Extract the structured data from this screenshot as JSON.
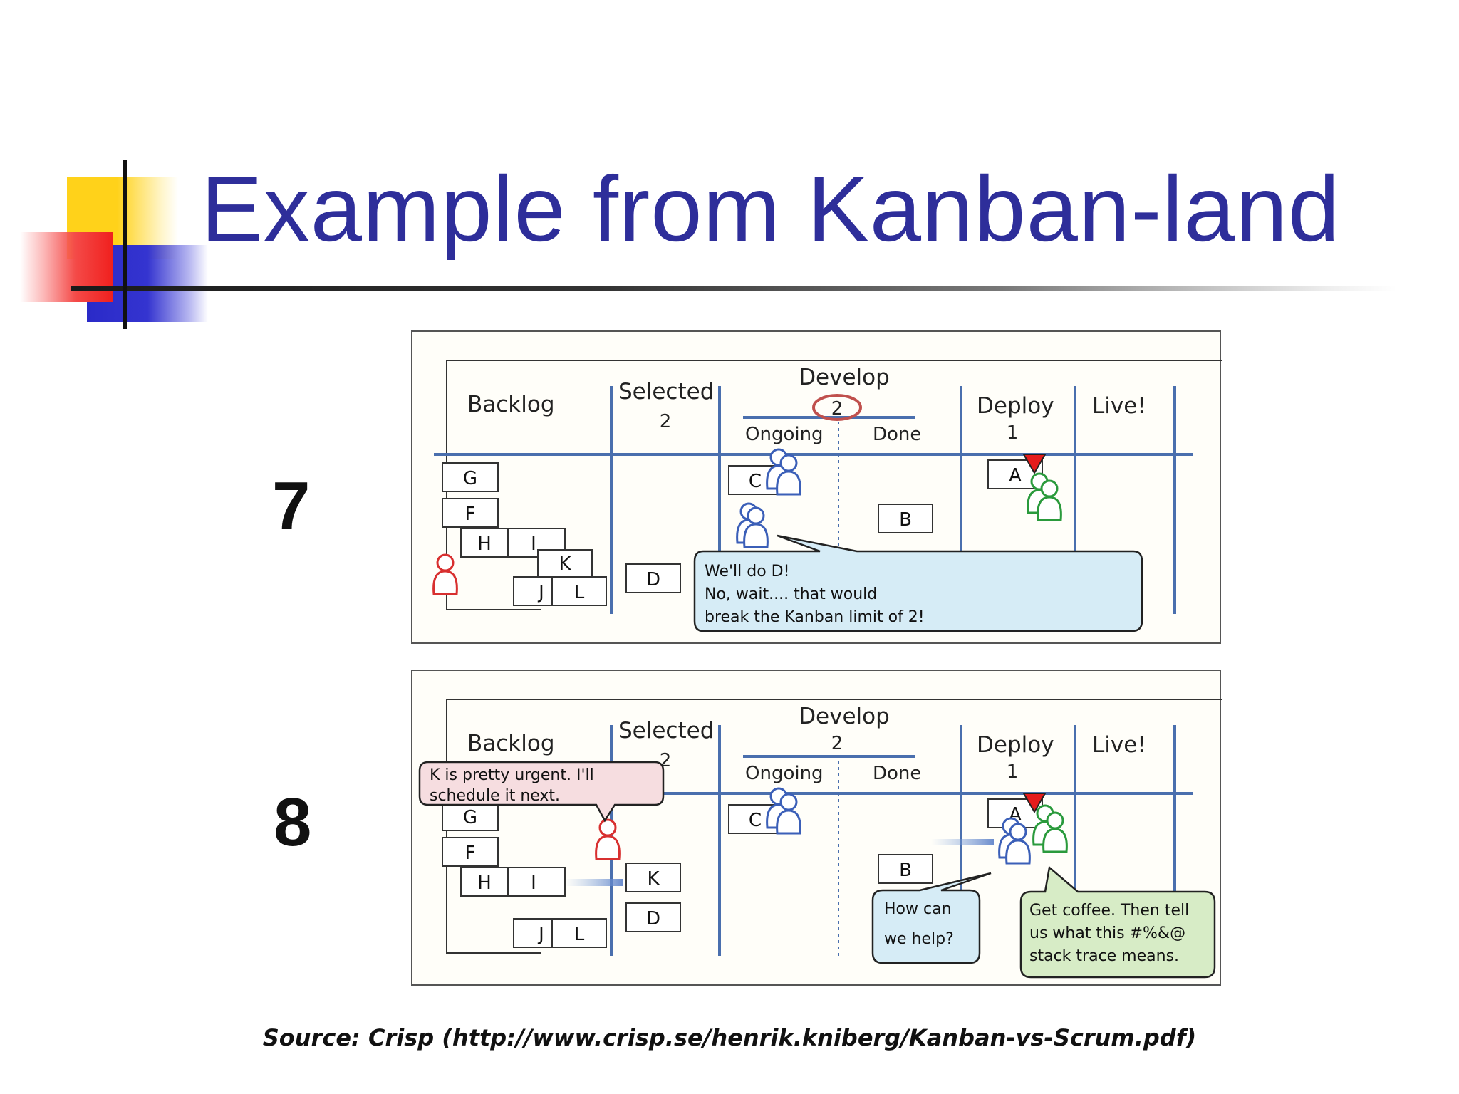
{
  "slide": {
    "title": "Example from Kanban-land",
    "source": "Source: Crisp (http://www.crisp.se/henrik.kniberg/Kanban-vs-Scrum.pdf)"
  },
  "board_labels": {
    "backlog": "Backlog",
    "selected": "Selected",
    "develop": "Develop",
    "ongoing": "Ongoing",
    "done": "Done",
    "deploy": "Deploy",
    "live": "Live!"
  },
  "panels": [
    {
      "step": "7",
      "wip": {
        "selected": "2",
        "develop": "2",
        "deploy": "1"
      },
      "cards": {
        "G": "G",
        "F": "F",
        "H": "H",
        "I": "I",
        "K": "K",
        "J": "J",
        "L": "L",
        "D": "D",
        "C": "C",
        "B": "B",
        "A": "A"
      },
      "bubble_dev": [
        "We'll do D!",
        "No, wait.... that would",
        "break the Kanban limit of 2!"
      ]
    },
    {
      "step": "8",
      "wip": {
        "selected": "2",
        "develop": "2",
        "deploy": "1"
      },
      "cards": {
        "G": "G",
        "F": "F",
        "H": "H",
        "I": "I",
        "K": "K",
        "J": "J",
        "L": "L",
        "D": "D",
        "C": "C",
        "B": "B",
        "A": "A"
      },
      "bubble_po": [
        "K is pretty urgent. I'll",
        "schedule it next."
      ],
      "bubble_dev": [
        "How can",
        "we help?"
      ],
      "bubble_ops": [
        "Get coffee. Then tell",
        "us what this #%&@",
        "stack trace means."
      ]
    }
  ],
  "colors": {
    "title": "#2e2e9a",
    "lane_line": "#4a6fae",
    "card_border": "#333333",
    "person_blue": "#3b5fb8",
    "person_green": "#2a9a3c",
    "person_red": "#d83030",
    "bubble_blue": "#d6ecf6",
    "bubble_pink": "#f6dde0",
    "bubble_green": "#d7ecc6",
    "limit_circle": "#c0504d",
    "flag_red": "#e51c1c"
  }
}
